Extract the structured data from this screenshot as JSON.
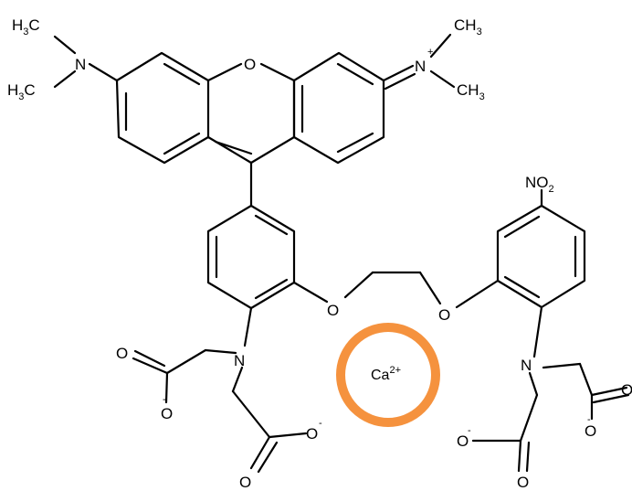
{
  "labels": {
    "nme_left_h3c_top": "H3C",
    "nme_left_h3c_bottom": "H3C",
    "n_left": "N",
    "o_xanthene": "O",
    "n_right": "N",
    "n_right_charge": "+",
    "ch3_right_top": "CH3",
    "ch3_right_bottom": "CH3",
    "nitro": "NO2",
    "o_ether_left": "O",
    "o_ether_right": "O",
    "n_amine_left": "N",
    "n_amine_right": "N",
    "o_carbonyl_left_1": "O",
    "o_anion_left_1": "O",
    "o_anion_left_2": "O",
    "o_carbonyl_left_2": "O",
    "o_anion_right_1": "O",
    "o_carbonyl_right_1": "O",
    "o_anion_right_2": "O",
    "o_carbonyl_right_2": "O",
    "anion_charge": "-"
  },
  "calcium": {
    "symbol": "Ca",
    "charge": "2+",
    "ring_color": "#f5923e"
  }
}
